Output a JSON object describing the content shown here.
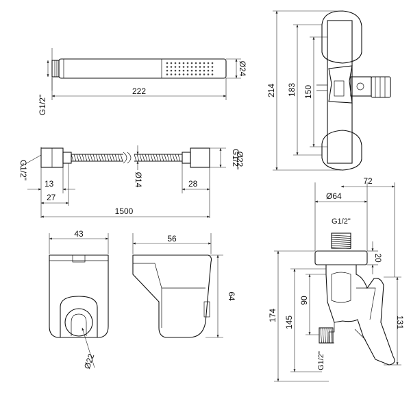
{
  "hand_shower": {
    "length": "222",
    "diameter": "Ø24",
    "thread": "G1/2\""
  },
  "hose": {
    "thread_left": "G1/2\"",
    "nut_length": "13",
    "end_length_left": "27",
    "diameter": "Ø14",
    "end_length_right": "28",
    "thread_right": "G1/2\"",
    "nut_diameter": "Ø22",
    "total_length": "1500"
  },
  "holder_front": {
    "width": "43",
    "hole_diameter": "Ø22"
  },
  "holder_side": {
    "depth": "56",
    "height": "64"
  },
  "exposed_mixer": {
    "overall_height": "214",
    "height_b": "183",
    "centre_distance": "150"
  },
  "concealed_mixer": {
    "depth": "72",
    "rosette_diameter": "Ø64",
    "thread_top": "G1/2\"",
    "rosette_thickness": "20",
    "dim_90": "90",
    "overall_height": "174",
    "dim_145": "145",
    "dim_131": "131",
    "thread_bottom": "G1/2\""
  }
}
